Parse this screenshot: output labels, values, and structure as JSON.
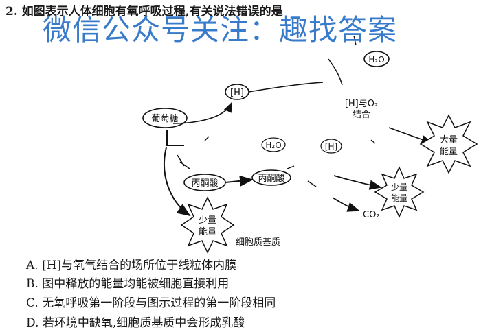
{
  "question": {
    "stem": "2. 如图表示人体细胞有氧呼吸过程,有关说法错误的是",
    "options": [
      "A. [H]与氧气结合的场所位于线粒体内膜",
      "B. 图中释放的能量均能被细胞直接利用",
      "C. 无氧呼吸第一阶段与图示过程的第一阶段相同",
      "D. 若环境中缺氧,细胞质基质中会形成乳酸"
    ]
  },
  "watermark": "微信公众号关注：趣找答案",
  "diagram": {
    "glucose": "葡萄糖",
    "pyruvate_1": "丙酮酸",
    "pyruvate_2": "丙酮酸",
    "h_1": "[H]",
    "h_2": "[H]",
    "h2o_1": "H₂O",
    "h2o_2": "H₂O",
    "h_o2_line1": "[H]与O₂",
    "h_o2_line2": "结合",
    "co2": "CO₂",
    "small_energy_left_1": "少量",
    "small_energy_left_2": "能量",
    "small_energy_right_1": "少量",
    "small_energy_right_2": "能量",
    "large_energy_1": "大量",
    "large_energy_2": "能量",
    "cytoplasm_label": "细胞质基质"
  },
  "colors": {
    "watermark": "#2f74c9",
    "ink": "#111111"
  }
}
